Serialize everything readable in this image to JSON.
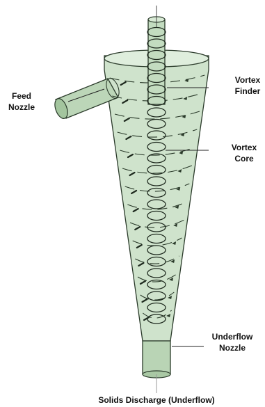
{
  "labels": {
    "vortex_finder": [
      "Vortex",
      "Finder"
    ],
    "feed_nozzle": [
      "Feed",
      "Nozzle"
    ],
    "vortex_core": [
      "Vortex",
      "Core"
    ],
    "underflow_nozzle": [
      "Underflow",
      "Nozzle"
    ],
    "solids_discharge": "Solids Discharge (Underflow)"
  },
  "colors": {
    "body_fill": "#cfe3cc",
    "body_stroke": "#2a3a2a",
    "dark_fill": "#8fb58a",
    "coil_stroke": "#1f2a1f"
  }
}
